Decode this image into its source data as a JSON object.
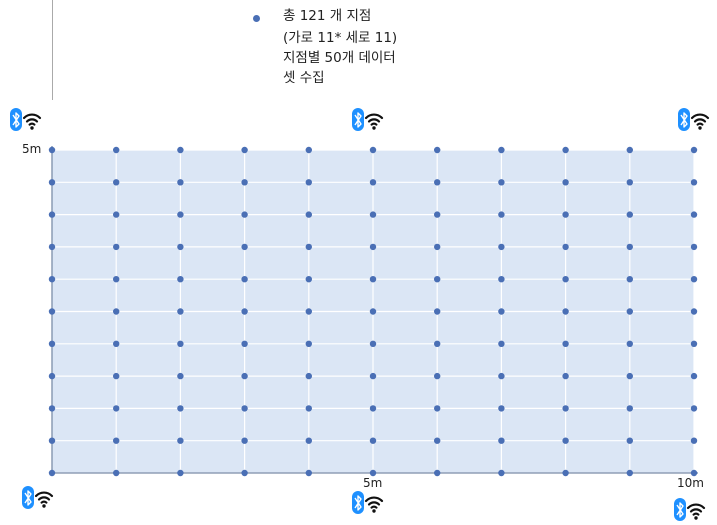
{
  "legend": {
    "marker_color": "#4a6fb5",
    "lines": [
      "총 121 개 지점",
      "(가로 11* 세로 11)",
      "지점별 50개 데이터",
      "셋 수집"
    ]
  },
  "colors": {
    "area_fill": "#dbe6f5",
    "point": "#4a6fb5",
    "grid_line": "#ffffff",
    "axis": "#7a8ca8",
    "bluetooth": "#1e90ff",
    "wifi": "#111111"
  },
  "chart_data": {
    "type": "scatter",
    "grid": {
      "columns": 11,
      "rows": 11
    },
    "total_points": 121,
    "x_range_m": [
      0,
      10
    ],
    "y_range_m": [
      0,
      5
    ],
    "axis_labels": {
      "y_top": "5m",
      "x_mid": "5m",
      "x_end": "10m"
    }
  },
  "beacons": [
    {
      "name": "beacon-top-left",
      "icons": [
        "bluetooth-icon",
        "wifi-icon"
      ]
    },
    {
      "name": "beacon-top-middle",
      "icons": [
        "bluetooth-icon",
        "wifi-icon"
      ]
    },
    {
      "name": "beacon-top-right",
      "icons": [
        "bluetooth-icon",
        "wifi-icon"
      ]
    },
    {
      "name": "beacon-bottom-left",
      "icons": [
        "bluetooth-icon",
        "wifi-icon"
      ]
    },
    {
      "name": "beacon-bottom-middle",
      "icons": [
        "bluetooth-icon",
        "wifi-icon"
      ]
    },
    {
      "name": "beacon-bottom-right",
      "icons": [
        "bluetooth-icon",
        "wifi-icon"
      ]
    }
  ]
}
